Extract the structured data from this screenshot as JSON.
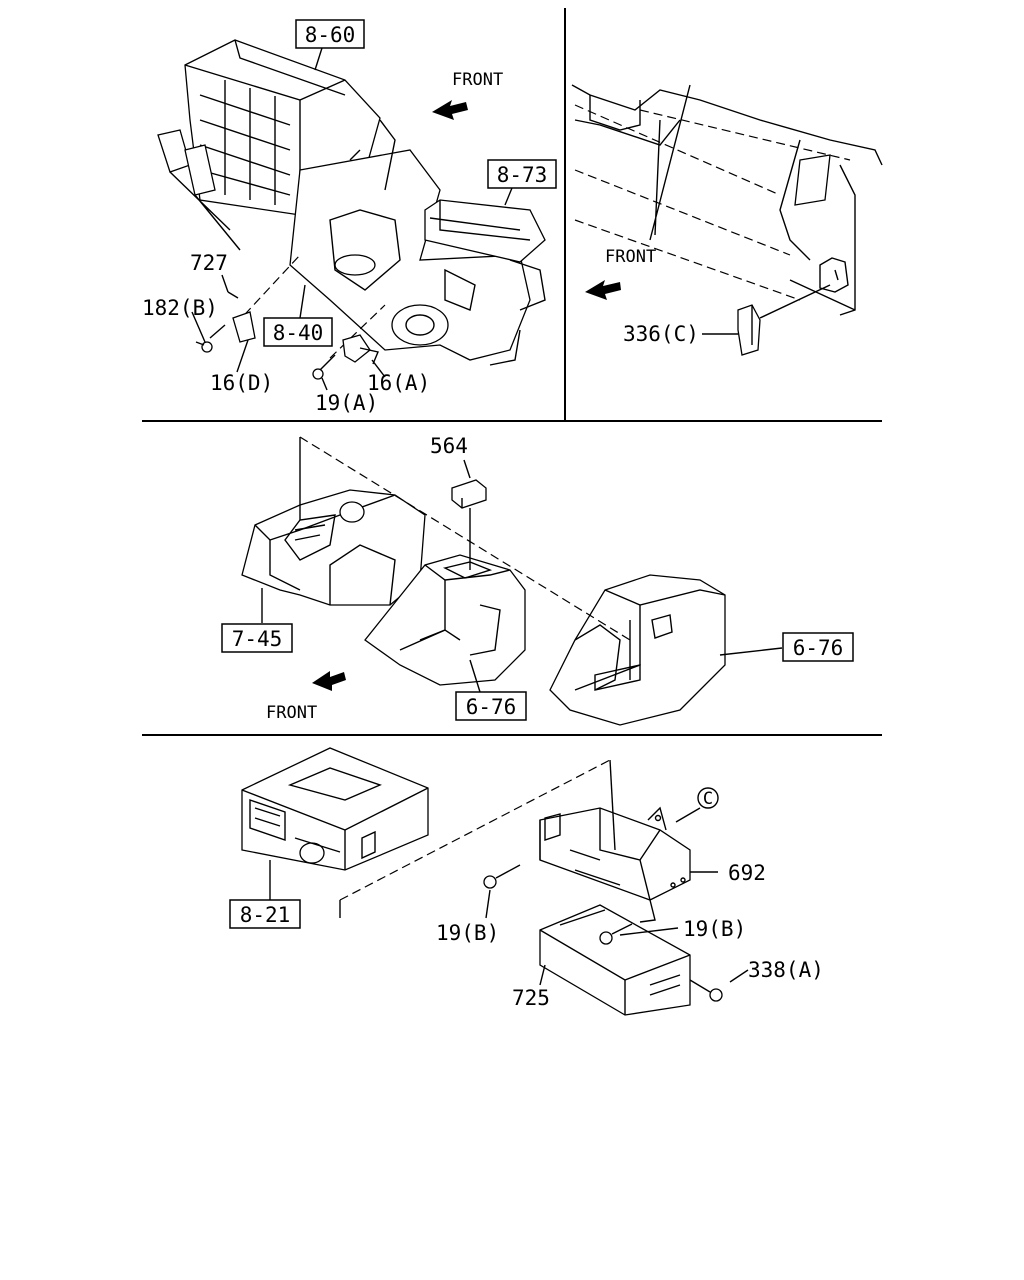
{
  "sections": {
    "top_left": {
      "callouts": {
        "ref_860": "8-60",
        "ref_873": "8-73",
        "ref_840": "8-40",
        "p727": "727",
        "p182b": "182(B)",
        "p16d": "16(D)",
        "p19a": "19(A)",
        "p16a": "16(A)"
      },
      "front_label": "FRONT"
    },
    "top_right": {
      "callouts": {
        "p336c": "336(C)"
      },
      "front_label": "FRONT"
    },
    "middle": {
      "callouts": {
        "p564": "564",
        "ref_745": "7-45",
        "ref_676_a": "6-76",
        "ref_676_b": "6-76"
      },
      "front_label": "FRONT"
    },
    "bottom": {
      "callouts": {
        "ref_821": "8-21",
        "pC": "C",
        "p692": "692",
        "p19b_left": "19(B)",
        "p19b_right": "19(B)",
        "p725": "725",
        "p338a": "338(A)"
      }
    }
  }
}
